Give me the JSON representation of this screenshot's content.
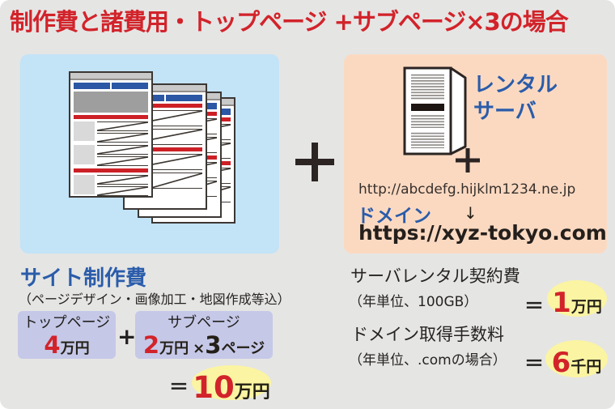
{
  "title": "制作費と諸費用・トップページ +サブページ×3の場合",
  "server_panel": {
    "label_line1": "レンタル",
    "label_line2": "サーバ",
    "plus": "+",
    "temp_url": "http://abcdefg.hijklm1234.ne.jp",
    "domain_label": "ドメイン",
    "arrow_down": "↓",
    "domain_url": "https://xyz-tokyo.com"
  },
  "production": {
    "heading": "サイト制作費",
    "note": "（ページデザイン・画像加工・地図作成等込）",
    "top_page_label": "トップページ",
    "top_page_price_number": "4",
    "top_page_price_unit": "万円",
    "plus": "+",
    "sub_page_label": "サブページ",
    "sub_page_price_number": "2",
    "sub_page_price_unit": "万円",
    "multiply": "×",
    "sub_page_count": "3",
    "sub_page_count_unit": "ページ",
    "equals": "＝",
    "total_number": "10",
    "total_unit": "万円"
  },
  "fees": [
    {
      "title": "サーバレンタル契約費",
      "condition": "（年単位、100GB）",
      "equals": "＝",
      "amount_number": "1",
      "amount_unit": "万円"
    },
    {
      "title": "ドメイン取得手数料",
      "condition": "（年単位、.comの場合）",
      "equals": "＝",
      "amount_number": "6",
      "amount_unit": "千円"
    }
  ],
  "colors": {
    "title_red": "#d2232a",
    "accent_blue": "#2a5caa",
    "price_red": "#d2232a",
    "panel_blue": "#c3e3f7",
    "panel_orange": "#fbd9c1",
    "price_box_lavender": "#c5c8e7",
    "highlight_yellow": "#fbf4a2",
    "background_gray": "#e5e5e4"
  }
}
